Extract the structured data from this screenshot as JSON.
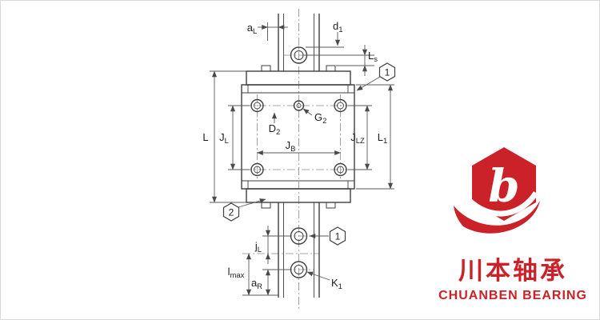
{
  "diagram": {
    "title": "linear-guide-carriage-top-view-dimension-drawing",
    "labels": {
      "a_L": {
        "base": "a",
        "sub": "L"
      },
      "d_1": {
        "base": "d",
        "sub": "1"
      },
      "L_s": {
        "base": "L",
        "sub": "s"
      },
      "L": {
        "base": "L",
        "sub": ""
      },
      "J_L": {
        "base": "J",
        "sub": "L"
      },
      "D_2": {
        "base": "D",
        "sub": "2"
      },
      "G_2": {
        "base": "G",
        "sub": "2"
      },
      "J_B": {
        "base": "J",
        "sub": "B"
      },
      "J_LZ": {
        "base": "J",
        "sub": "LZ"
      },
      "L_1": {
        "base": "L",
        "sub": "1"
      },
      "j_L": {
        "base": "j",
        "sub": "L"
      },
      "l_max": {
        "base": "l",
        "sub": "max"
      },
      "a_R": {
        "base": "a",
        "sub": "R"
      },
      "K_1": {
        "base": "K",
        "sub": "1"
      }
    },
    "callouts": {
      "one": "1",
      "two": "2"
    }
  },
  "logo": {
    "letter": "b",
    "cn": "川本轴承",
    "en": "CHUANBEN BEARING",
    "red": "#cb2229"
  },
  "colors": {
    "line": "#3f3f3f",
    "dim": "#5a5a5a",
    "centerline": "#8a8a8a"
  }
}
